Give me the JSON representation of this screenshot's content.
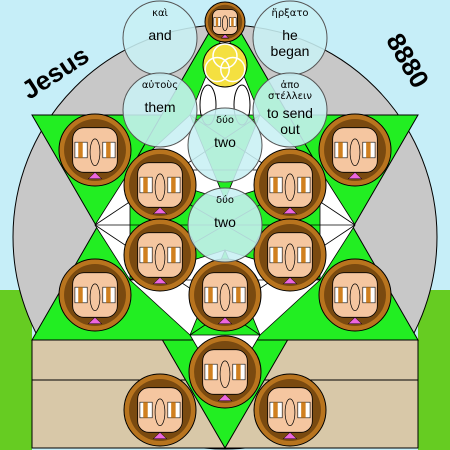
{
  "labels": {
    "left": "Jesus",
    "right": "8880"
  },
  "bubbles": [
    {
      "greek": "καὶ",
      "english": [
        "and"
      ]
    },
    {
      "greek": "ἤρξατο",
      "english": [
        "he",
        "began"
      ]
    },
    {
      "greek": "αὐτοὺς",
      "english": [
        "them"
      ]
    },
    {
      "greek": "ἀπο στέλλειν",
      "english": [
        "to send",
        "out"
      ]
    },
    {
      "greek": "δύο",
      "english": [
        "two"
      ]
    },
    {
      "greek": "δύο",
      "english": [
        "two"
      ]
    }
  ],
  "colors": {
    "sky": "#c6eef8",
    "disc": "#c8c8c8",
    "ground": "#d8c8a8",
    "grass": "#66cc22",
    "star": "#22ee22",
    "face": "#f5c6a0",
    "hair": "#b8741e",
    "rim": "#7a4a10",
    "bubble": "#c8f0f4",
    "gold": "#f4e040"
  }
}
